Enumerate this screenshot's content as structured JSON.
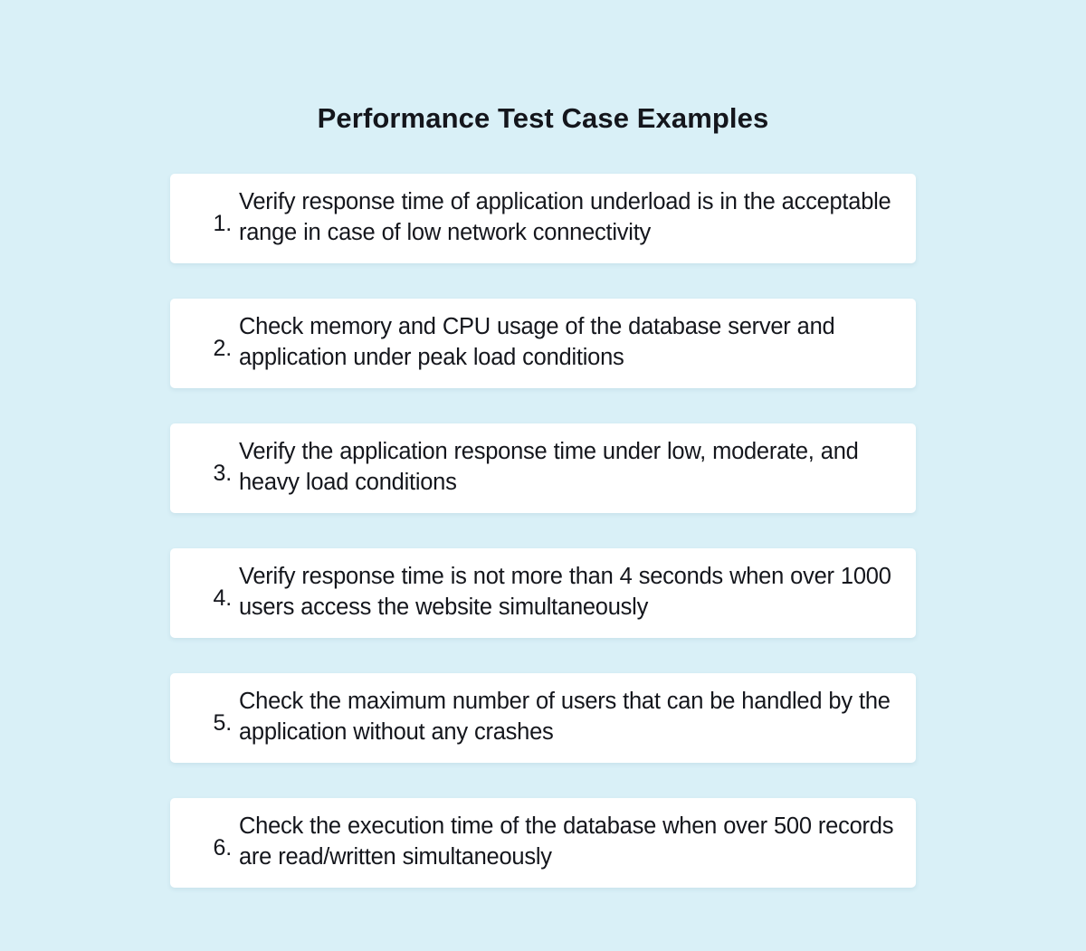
{
  "document": {
    "title": "Performance Test Case Examples",
    "background_color": "#d9f0f7",
    "card_color": "#ffffff",
    "text_color": "#14161c"
  },
  "items": [
    {
      "number": "1.",
      "text": "Verify response time of application underload is in the acceptable range in case of low network connectivity"
    },
    {
      "number": "2.",
      "text": "Check memory and CPU usage of the database server and application under peak load conditions"
    },
    {
      "number": "3.",
      "text": "Verify the application response time under low, moderate, and heavy load conditions"
    },
    {
      "number": "4.",
      "text": "Verify response time is not more than 4 seconds when over 1000 users access the website simultaneously"
    },
    {
      "number": "5.",
      "text": "Check the maximum number of users that can be handled by the application without any crashes"
    },
    {
      "number": "6.",
      "text": "Check the execution time of the database when over 500 records are read/written simultaneously"
    }
  ]
}
